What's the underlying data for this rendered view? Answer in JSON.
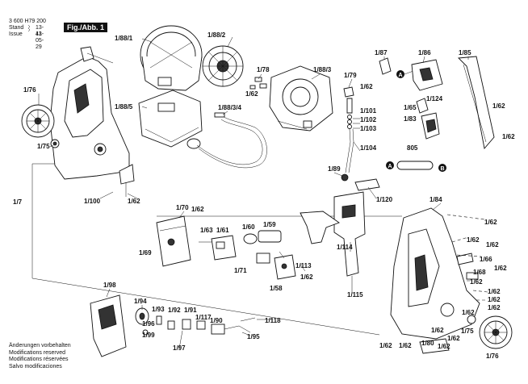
{
  "header": {
    "part_number": "3 600 H79 200",
    "stand_label": "Stand",
    "issue_label": "Issue",
    "stand_value": "13-41",
    "issue_value": "13-05-29",
    "figure_badge": "Fig./Abb. 1"
  },
  "footer": {
    "lines": [
      "Änderungen vorbehalten",
      "Modifications reserved",
      "Modifications réservées",
      "Salvo modificaciones"
    ]
  },
  "callouts": {
    "c1": "1/88/1",
    "c2": "1/88/2",
    "c3": "1/76",
    "c4": "1/75",
    "c5": "1/88/5",
    "c6": "1/88/3/4",
    "c7": "1/78",
    "c8": "1/62",
    "c9": "1/88/3",
    "c10": "1/87",
    "c11": "1/86",
    "c12": "1/85",
    "c13": "1/79",
    "c14": "1/62",
    "c15": "1/101",
    "c16": "1/102",
    "c17": "1/103",
    "c18": "1/104",
    "c19": "1/65",
    "c20": "1/124",
    "c21": "1/83",
    "c22": "1/62",
    "c23": "1/62",
    "c24": "805",
    "c25": "1/89",
    "c26": "1/120",
    "c27": "1/100",
    "c28": "1/62",
    "c29": "1/7",
    "c30": "1/70",
    "c31": "1/62",
    "c32": "1/63",
    "c33": "1/61",
    "c34": "1/60",
    "c35": "1/59",
    "c36": "1/69",
    "c37": "1/71",
    "c38": "1/58",
    "c39": "1/62",
    "c40": "1/113",
    "c41": "1/114",
    "c42": "1/115",
    "c43": "1/84",
    "c44": "1/62",
    "c45": "1/62",
    "c46": "1/62",
    "c47": "1/66",
    "c48": "1/62",
    "c49": "1/68",
    "c50": "1/62",
    "c51": "1/62",
    "c52": "1/62",
    "c53": "1/62",
    "c54": "1/75",
    "c55": "1/62",
    "c56": "1/62",
    "c57": "1/80",
    "c58": "1/62",
    "c59": "1/62",
    "c60": "1/76",
    "c61": "1/98",
    "c62": "1/94",
    "c63": "1/93",
    "c64": "1/96",
    "c65": "1/92",
    "c66": "1/91",
    "c67": "1/117",
    "c68": "1/90",
    "c69": "1/118",
    "c70": "1/99",
    "c71": "1/97",
    "c72": "1/95",
    "c73": "1/62",
    "c74": "1/62"
  },
  "markers": {
    "a": "A",
    "b": "B"
  }
}
